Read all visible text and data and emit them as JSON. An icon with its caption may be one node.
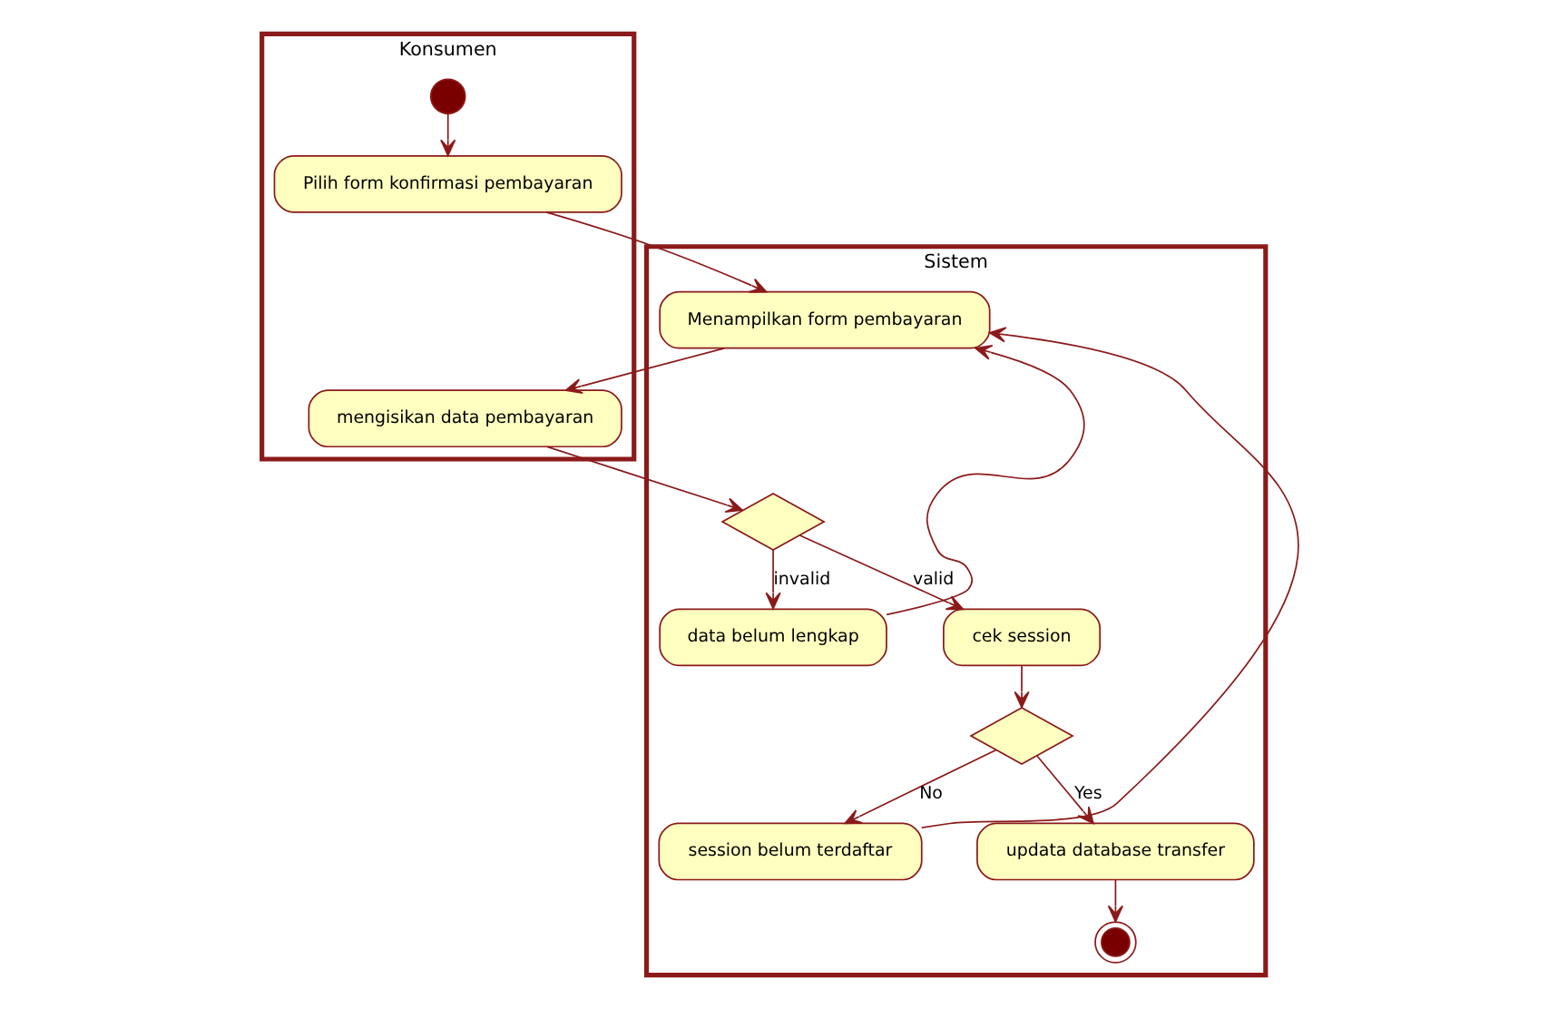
{
  "diagram": {
    "nodes": [
      {
        "text": [
          "Konsumen"
        ]
      },
      {
        "text": [
          "Sistem"
        ]
      },
      {
        "text": [],
        "shape": "circle",
        "in": 0
      },
      {
        "text": [
          "Pilih form konfirmasi pembayaran"
        ],
        "in": 0
      },
      {
        "text": [
          "mengisikan data pembayaran"
        ],
        "in": 0
      },
      {
        "text": [
          "Menampilkan form pembayaran"
        ],
        "in": 1
      },
      {
        "text": [],
        "shape": "diamond",
        "in": 1
      },
      {
        "text": [
          "data belum lengkap"
        ],
        "in": 1
      },
      {
        "text": [
          "cek session"
        ],
        "in": 1
      },
      {
        "text": [],
        "shape": "diamond",
        "in": 1
      },
      {
        "text": [
          "session belum terdaftar"
        ],
        "in": 1
      },
      {
        "text": [
          "updata database transfer"
        ],
        "in": 1
      },
      {
        "text": [],
        "shape": "circle",
        "in": 1
      }
    ],
    "edges": [
      {
        "from": 2,
        "to": 3,
        "arrow": "to"
      },
      {
        "from": 3,
        "to": 5,
        "arrow": "to"
      },
      {
        "from": 5,
        "to": 4,
        "arrow": "to"
      },
      {
        "from": 4,
        "to": 6,
        "arrow": "to"
      },
      {
        "from": 6,
        "to": 7,
        "arrow": "to",
        "label": "invalid"
      },
      {
        "from": 7,
        "to": 5,
        "arrow": "to"
      },
      {
        "from": 6,
        "to": 8,
        "arrow": "to",
        "label": "valid"
      },
      {
        "from": 8,
        "to": 9,
        "arrow": "to"
      },
      {
        "from": 9,
        "to": 10,
        "arrow": "to",
        "label": "No"
      },
      {
        "from": 10,
        "to": 5,
        "arrow": "to"
      },
      {
        "from": 9,
        "to": 11,
        "arrow": "to",
        "label": "Yes"
      },
      {
        "from": 11,
        "to": 12,
        "arrow": "to"
      }
    ]
  }
}
